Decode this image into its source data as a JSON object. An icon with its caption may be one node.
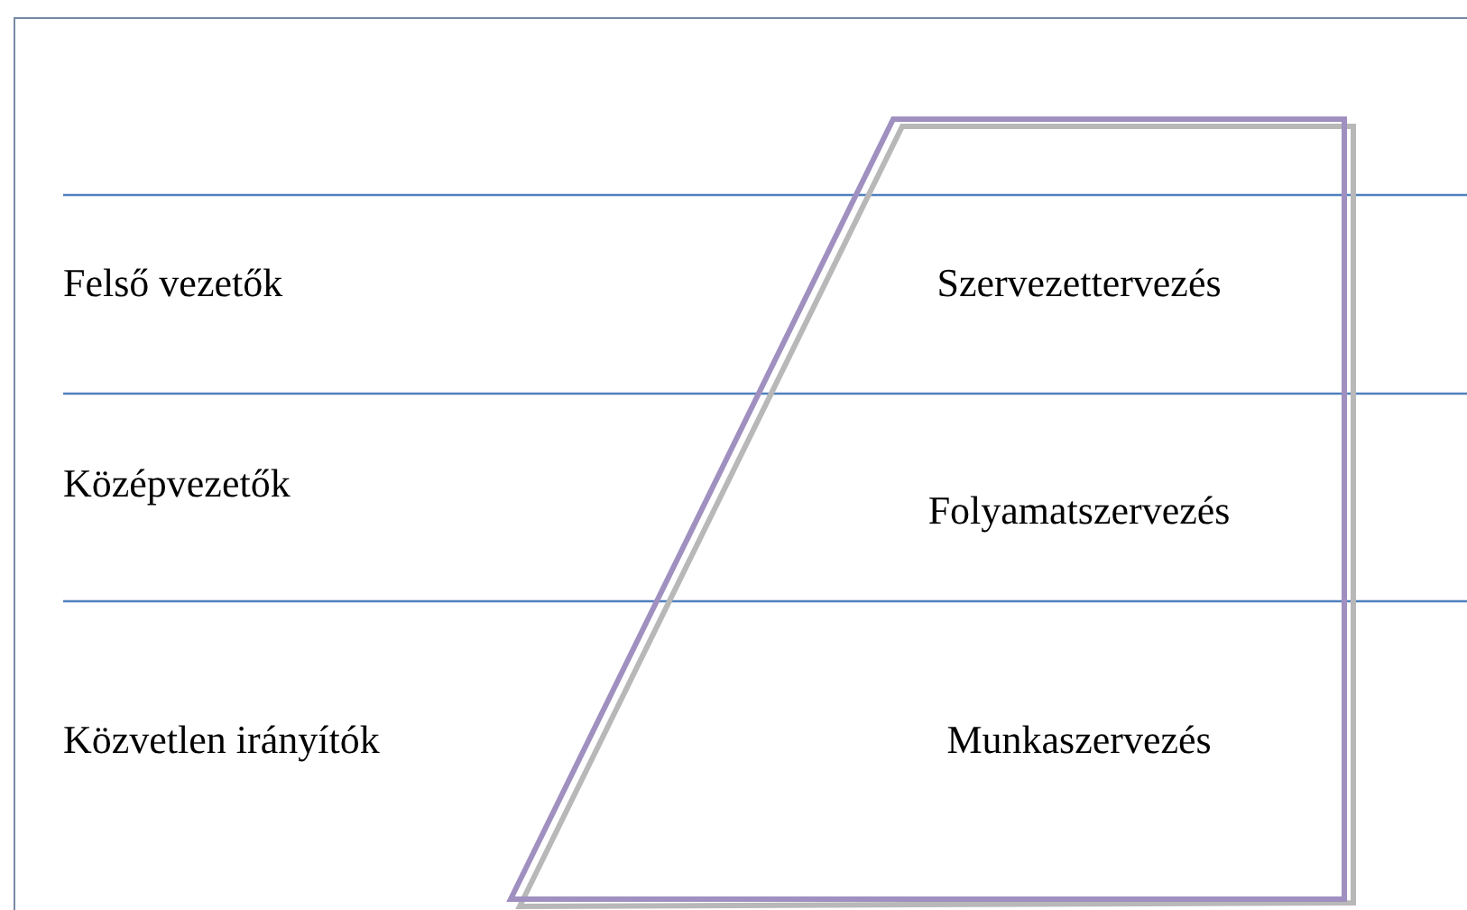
{
  "diagram": {
    "nodes": [
      {
        "text": [
          "Szervezettervezés",
          "Folyamatszervezés",
          "Munkaszervezés"
        ]
      }
    ],
    "labels": [
      "Felső vezetők",
      "Középvezetők",
      "Közvetlen irányítók"
    ]
  }
}
